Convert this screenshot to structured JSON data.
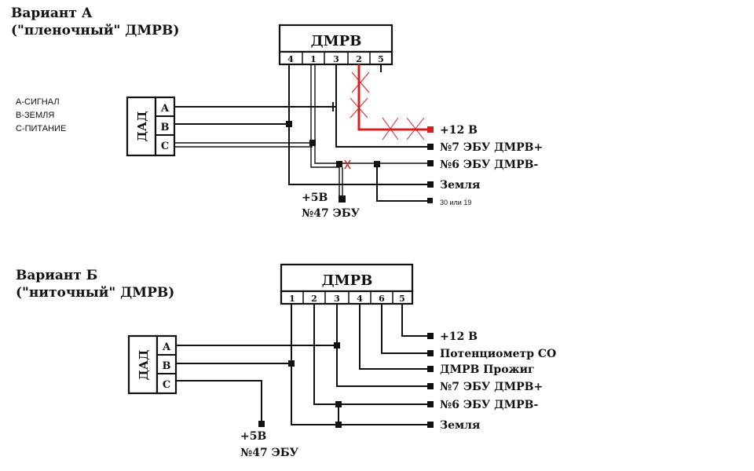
{
  "variant_a": {
    "title_line1": "Вариант А",
    "title_line2": "(\"пленочный\" ДМРВ)",
    "legend": [
      "А-СИГНАЛ",
      "В-ЗЕМЛЯ",
      "С-ПИТАНИЕ"
    ],
    "dad_label": "ДАД",
    "dad_pins": [
      "A",
      "B",
      "C"
    ],
    "dmrv_label": "ДМРВ",
    "dmrv_pins": [
      "4",
      "1",
      "3",
      "2",
      "5"
    ],
    "outputs": [
      "+12 В",
      "№7 ЭБУ ДМРВ+",
      "№6 ЭБУ ДМРВ-",
      "Земля"
    ],
    "note_30_19": "30 или 19",
    "plus5_label": "+5В",
    "ecu47_label": "№47 ЭБУ",
    "red_color": "#d42020"
  },
  "variant_b": {
    "title_line1": "Вариант Б",
    "title_line2": "(\"ниточный\" ДМРВ)",
    "dad_label": "ДАД",
    "dad_pins": [
      "A",
      "B",
      "C"
    ],
    "dmrv_label": "ДМРВ",
    "dmrv_pins": [
      "1",
      "2",
      "3",
      "4",
      "6",
      "5"
    ],
    "outputs": [
      "+12 В",
      "Потенциометр СО",
      "ДМРВ Прожиг",
      "№7 ЭБУ ДМРВ+",
      "№6 ЭБУ ДМРВ-",
      "Земля"
    ],
    "plus5_label": "+5В",
    "ecu47_label": "№47 ЭБУ"
  }
}
